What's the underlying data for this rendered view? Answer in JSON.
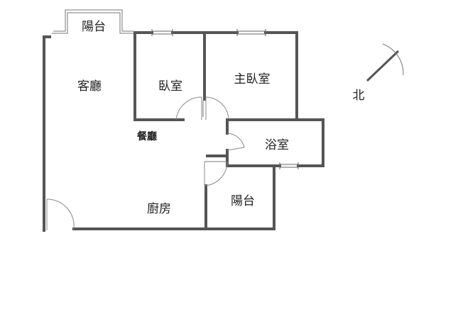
{
  "rooms": {
    "balcony_top": "陽台",
    "living_room": "客廳",
    "bedroom": "臥室",
    "master_bedroom": "主臥室",
    "dining_room": "餐廳",
    "bathroom": "浴室",
    "kitchen": "廚房",
    "balcony_bottom": "陽台"
  },
  "compass": {
    "label": "北"
  }
}
